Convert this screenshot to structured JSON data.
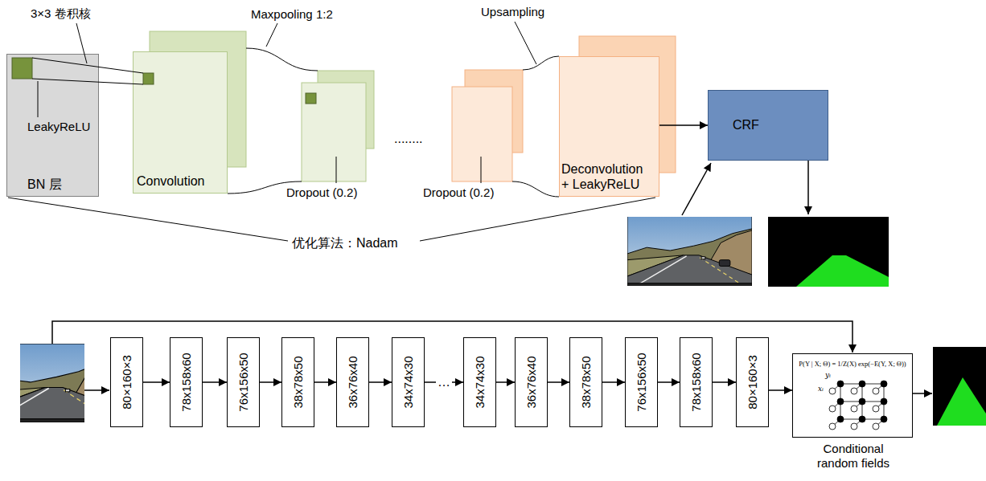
{
  "diagram": {
    "nodes": [
      {
        "text": [
          "BN 层"
        ]
      },
      {
        "text": [
          "Convolution"
        ]
      },
      {
        "text": [
          "Deconvolution + LeakyReLU"
        ]
      },
      {
        "text": [
          "CRF"
        ]
      },
      {
        "text": [
          "80×160×3"
        ]
      },
      {
        "text": [
          "78x158x60"
        ]
      },
      {
        "text": [
          "76x156x50"
        ]
      },
      {
        "text": [
          "38x78x50"
        ]
      },
      {
        "text": [
          "36x76x40"
        ]
      },
      {
        "text": [
          "34x74x30"
        ]
      },
      {
        "text": [
          "34x74x30"
        ]
      },
      {
        "text": [
          "36x76x40"
        ]
      },
      {
        "text": [
          "38x78x50"
        ]
      },
      {
        "text": [
          "76x156x50"
        ]
      },
      {
        "text": [
          "78x158x60"
        ]
      },
      {
        "text": [
          "80×160×3"
        ]
      },
      {
        "text": [
          "P(Y | X; Θ) = 1/Z(X) exp(−E(Y, X; Θ))",
          "Conditional random fields"
        ]
      }
    ],
    "edges": [
      {
        "from": 2,
        "to": 3,
        "arrow": "to"
      },
      {
        "from": 4,
        "to": 5,
        "arrow": "to"
      },
      {
        "from": 5,
        "to": 6,
        "arrow": "to"
      },
      {
        "from": 6,
        "to": 7,
        "arrow": "to"
      },
      {
        "from": 7,
        "to": 8,
        "arrow": "to"
      },
      {
        "from": 8,
        "to": 9,
        "arrow": "to"
      },
      {
        "from": 9,
        "to": 10,
        "arrow": "to",
        "label": "…"
      },
      {
        "from": 10,
        "to": 11,
        "arrow": "to"
      },
      {
        "from": 11,
        "to": 12,
        "arrow": "to"
      },
      {
        "from": 12,
        "to": 13,
        "arrow": "to"
      },
      {
        "from": 13,
        "to": 14,
        "arrow": "to"
      },
      {
        "from": 14,
        "to": 15,
        "arrow": "to"
      },
      {
        "from": 15,
        "to": 16,
        "arrow": "to"
      }
    ],
    "labels": [
      "3×3 卷积核",
      "LeakyReLU",
      "Maxpooling 1:2",
      "Upsampling",
      "........",
      "Dropout (0.2)",
      "Dropout (0.2)",
      "优化算法：Nadam",
      "yᵢ",
      "xᵢ"
    ]
  }
}
